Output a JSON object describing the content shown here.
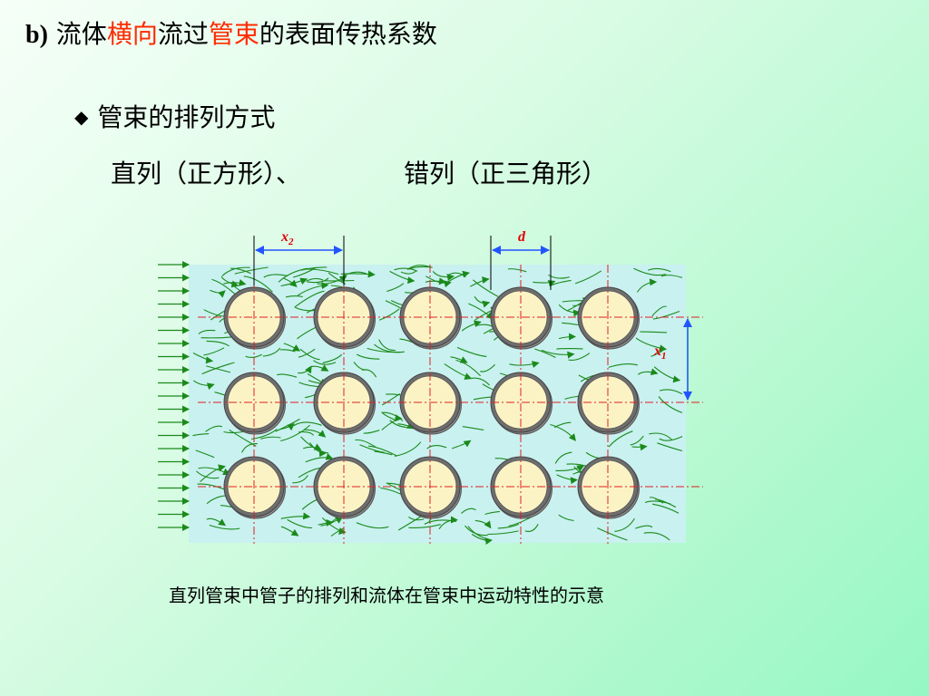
{
  "title": {
    "prefix": "b)",
    "part1": " 流体",
    "highlight1": "横向",
    "part2": "流过",
    "highlight2": "管束",
    "part3": "的表面传热系数"
  },
  "bullet": {
    "symbol": "◆",
    "text": "管束的排列方式"
  },
  "arrangements": {
    "inline": "直列（正方形）、",
    "staggered": "错列（正三角形）"
  },
  "diagram": {
    "labels": {
      "x2": "x",
      "x2_sub": "2",
      "d": "d",
      "x1": "x",
      "x1_sub": "1"
    },
    "grid": {
      "rows": 3,
      "cols": 5
    }
  },
  "caption": "直列管束中管子的排列和流体在管束中运动特性的示意",
  "colors": {
    "title_highlight": "#ff2a00",
    "label_red": "#e00000",
    "dimension_blue": "#2255ff",
    "flow_green": "#1a8a1a",
    "tube_fill": "#fbf3c4",
    "tube_ring": "#6e6e6e",
    "channel_fill": "#c9f1f0",
    "centerline": "#e02020"
  }
}
